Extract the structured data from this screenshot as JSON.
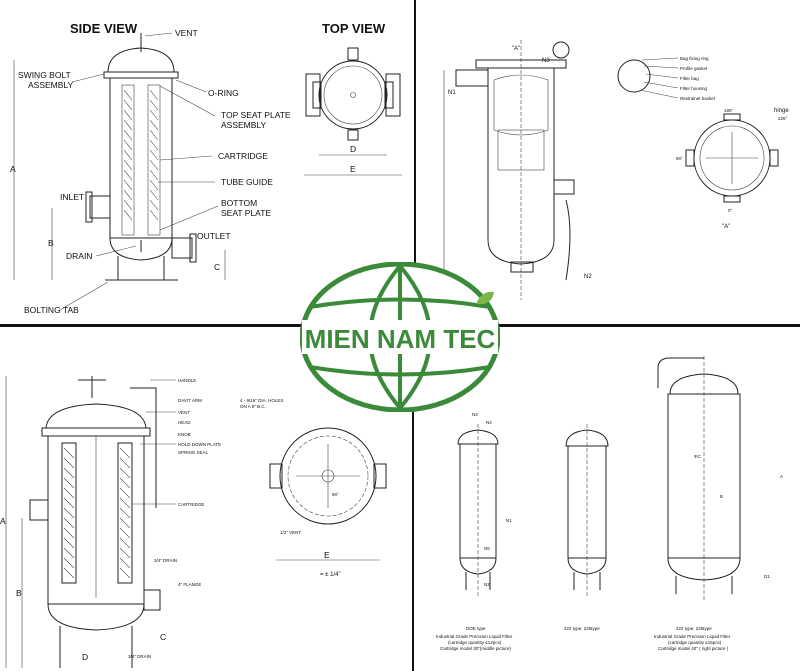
{
  "panel_tl": {
    "side_view_title": "SIDE VIEW",
    "top_view_title": "TOP VIEW",
    "labels": {
      "vent": "VENT",
      "swing_bolt_1": "SWING BOLT",
      "swing_bolt_2": "ASSEMBLY",
      "o_ring": "O-RING",
      "top_seat_1": "TOP SEAT PLATE",
      "top_seat_2": "ASSEMBLY",
      "cartridge": "CARTRIDGE",
      "tube_guide": "TUBE GUIDE",
      "bottom_seat_1": "BOTTOM",
      "bottom_seat_2": "SEAT PLATE",
      "inlet": "INLET",
      "outlet": "OUTLET",
      "drain": "DRAIN",
      "bolting_tab": "BOLTING TAB",
      "dim_a": "A",
      "dim_b": "B",
      "dim_c": "C",
      "dim_d": "D",
      "dim_e": "E"
    }
  },
  "panel_tr": {
    "callouts": [
      "Bag fixing ring",
      "Profile gasket",
      "Filter bag",
      "Filter housing",
      "Restrainet basket"
    ],
    "marks": {
      "n3": "N3",
      "n1": "N1",
      "n2": "N2",
      "a_view": "\"A\"",
      "deg180": "180°",
      "deg90": "90°",
      "deg0": "0°",
      "hinge": "hinge",
      "hinge_angle": "225°",
      "view_a": "\"A\""
    }
  },
  "panel_bl": {
    "labels": [
      "HANDLE",
      "DAVIT ARM",
      "VENT",
      "HEAD",
      "KNOB",
      "HOLD DOWN PLATE",
      "SPRING SEAL",
      "CARTRIDGE",
      "3/4\" DRAIN",
      "4\" FLANGE",
      "3/4\" DRAIN"
    ],
    "holes_note_1": "4 - 9/16\" DIA. HOLES",
    "holes_note_2": "ON A 9\" B.C.",
    "vent_note": "1/2\" VENT",
    "angle": "90°",
    "dims": {
      "a": "A",
      "b": "B",
      "c": "C",
      "d": "D",
      "e": "E",
      "tol": "= ± 1/4\""
    }
  },
  "panel_br": {
    "units": [
      {
        "type": "DOE type",
        "caption_1": "Industrial Grade Precision Liquid Filter",
        "caption_2": "(cartridge quantity ≤12pcs)",
        "caption_3": "Cartridge model 30\"(middle picture)"
      },
      {
        "type": "222 type, 226type"
      },
      {
        "type": "222 type, 226type",
        "caption_1": "Industrial Grade Precision Liquid Filter",
        "caption_2": "(cartridge quantity ≤15pcs)",
        "caption_3": "Cartridge model 40\" ( right picture )"
      }
    ],
    "nozzles": [
      "N3",
      "N4",
      "N1",
      "N5",
      "N2"
    ],
    "dims": {
      "c": "ΦC",
      "b": "B",
      "d": "D1",
      "a": "A"
    }
  },
  "logo": {
    "text": "MIEN NAM TEC",
    "color": "#3a8a3a",
    "leaf_color": "#7ab648"
  }
}
